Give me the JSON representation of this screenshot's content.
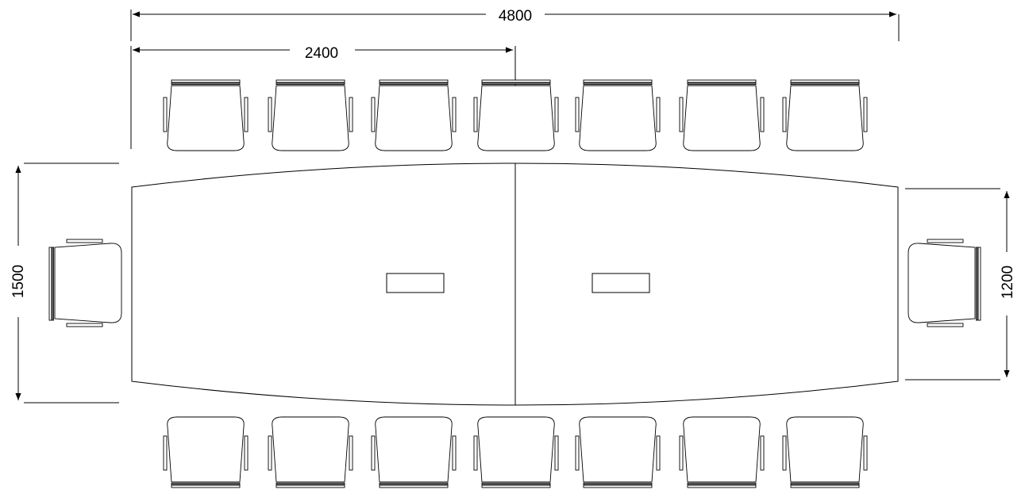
{
  "dimensions": {
    "overall_length": "4800",
    "half_length": "2400",
    "width_middle": "1500",
    "width_ends": "1200"
  },
  "colors": {
    "stroke": "#000000",
    "background": "#ffffff"
  }
}
